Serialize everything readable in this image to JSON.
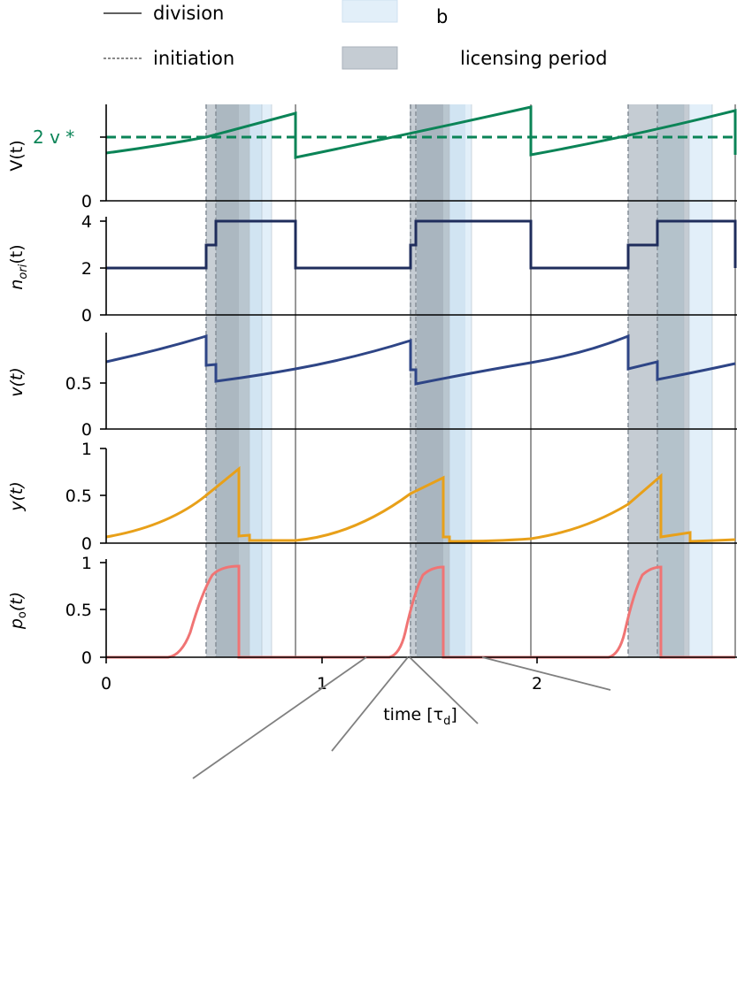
{
  "chart_data": {
    "type": "line",
    "title": "",
    "xlabel": "time [τ_d]",
    "xlim": [
      0,
      2.92
    ],
    "xticks": [
      0,
      1,
      2
    ],
    "legend": {
      "position": "top",
      "entries": [
        {
          "label": "division",
          "style": "solid line",
          "color": "#000000"
        },
        {
          "label": "initiation",
          "style": "dashed line",
          "color": "#555555"
        },
        {
          "label": "b",
          "style": "patch",
          "color": "#dbeaf7"
        },
        {
          "label": "licensing period",
          "style": "patch",
          "color": "#c5ccd3"
        }
      ]
    },
    "colors": {
      "V": "#0b8457",
      "n_ori": "#1f2d5c",
      "v": "#2e4586",
      "y": "#e8a019",
      "p_o": "#f07474",
      "licensing": "#8e9dab",
      "b_band": "#b9d8ef",
      "division_line": "#808080"
    },
    "events": {
      "division_times": [
        0.88,
        1.97,
        2.92
      ],
      "initiation_times": [
        0.47,
        0.51,
        1.41,
        1.43,
        2.43,
        2.55
      ],
      "licensing_periods": [
        [
          0.47,
          0.66
        ],
        [
          1.41,
          1.59
        ],
        [
          2.43,
          2.7
        ]
      ],
      "b_periods": [
        [
          0.62,
          0.77
        ],
        [
          1.58,
          1.7
        ],
        [
          2.62,
          2.82
        ]
      ]
    },
    "panels": [
      {
        "ylabel": "V(t)",
        "yticks": [
          0,
          "2 v*"
        ],
        "reference_line": {
          "label": "2 v*",
          "style": "dashed",
          "value": 1.0
        },
        "series": [
          {
            "name": "V(t)",
            "x": [
              0,
              0.47,
              0.88,
              0.88,
              1.41,
              1.97,
              1.97,
              2.43,
              2.92,
              2.92
            ],
            "values": [
              0.75,
              1.0,
              1.35,
              0.66,
              1.0,
              1.45,
              0.72,
              1.0,
              1.4,
              0.7
            ]
          }
        ]
      },
      {
        "ylabel": "n_ori(t)",
        "yticks": [
          0,
          2,
          4
        ],
        "series": [
          {
            "name": "n_ori(t)",
            "x": [
              0,
              0.47,
              0.47,
              0.51,
              0.51,
              0.88,
              0.88,
              1.41,
              1.41,
              1.43,
              1.43,
              1.97,
              1.97,
              2.43,
              2.43,
              2.55,
              2.55,
              2.92
            ],
            "values": [
              2,
              2,
              3,
              3,
              4,
              4,
              2,
              2,
              3,
              3,
              4,
              4,
              2,
              2,
              3,
              3,
              4,
              4
            ]
          }
        ]
      },
      {
        "ylabel": "v(t)",
        "yticks": [
          0,
          0.5
        ],
        "series": [
          {
            "name": "v(t)",
            "x": [
              0,
              0.47,
              0.47,
              0.51,
              0.51,
              1.41,
              1.41,
              1.43,
              1.43,
              2.43,
              2.43,
              2.55,
              2.55,
              2.92
            ],
            "values": [
              0.75,
              0.95,
              0.67,
              0.68,
              0.52,
              0.95,
              0.66,
              0.67,
              0.49,
              0.95,
              0.67,
              0.7,
              0.53,
              0.69
            ]
          }
        ]
      },
      {
        "ylabel": "y(t)",
        "yticks": [
          0,
          0.5,
          1
        ],
        "series": [
          {
            "name": "y(t)",
            "x": [
              0,
              0.2,
              0.47,
              0.62,
              0.62,
              0.66,
              0.66,
              1.41,
              1.57,
              1.57,
              1.59,
              1.59,
              2.43,
              2.57,
              2.57,
              2.7,
              2.7,
              2.92
            ],
            "values": [
              0.04,
              0.18,
              0.55,
              0.78,
              0.06,
              0.08,
              0.0,
              0.48,
              0.7,
              0.04,
              0.04,
              0.0,
              0.48,
              0.71,
              0.05,
              0.09,
              0.01,
              0.03
            ]
          }
        ]
      },
      {
        "ylabel": "p_o(t)",
        "yticks": [
          0,
          0.5,
          1
        ],
        "series": [
          {
            "name": "p_o(t)",
            "x": [
              0,
              0.3,
              0.45,
              0.52,
              0.62,
              0.62,
              1.25,
              1.41,
              1.47,
              1.57,
              1.57,
              2.28,
              2.43,
              2.5,
              2.57,
              2.57,
              2.92
            ],
            "values": [
              0,
              0,
              0.55,
              0.9,
              0.98,
              0,
              0,
              0.5,
              0.88,
              0.98,
              0,
              0,
              0.5,
              0.9,
              0.98,
              0,
              0
            ]
          }
        ]
      }
    ]
  },
  "labels": {
    "legend_division": "division",
    "legend_initiation": "initiation",
    "legend_b": "b",
    "legend_licensing": "licensing period",
    "panel1_ylabel": "V(t)",
    "panel2_ylabel": "n",
    "panel2_ylabel_sub": "ori",
    "panel2_ylabel_rest": "(t)",
    "panel3_ylabel": "v(t)",
    "panel4_ylabel": "y(t)",
    "panel5_ylabel": "p",
    "panel5_ylabel_sub": "o",
    "panel5_ylabel_rest": "(t)",
    "ref_line_label": "2 v *",
    "xlabel_main": "time [τ",
    "xlabel_sub": "d",
    "xlabel_close": "]",
    "xtick_0": "0",
    "xtick_1": "1",
    "xtick_2": "2",
    "ytick_0": "0",
    "ytick_2": "2",
    "ytick_4": "4",
    "ytick_05": "0.5",
    "ytick_1": "1"
  }
}
